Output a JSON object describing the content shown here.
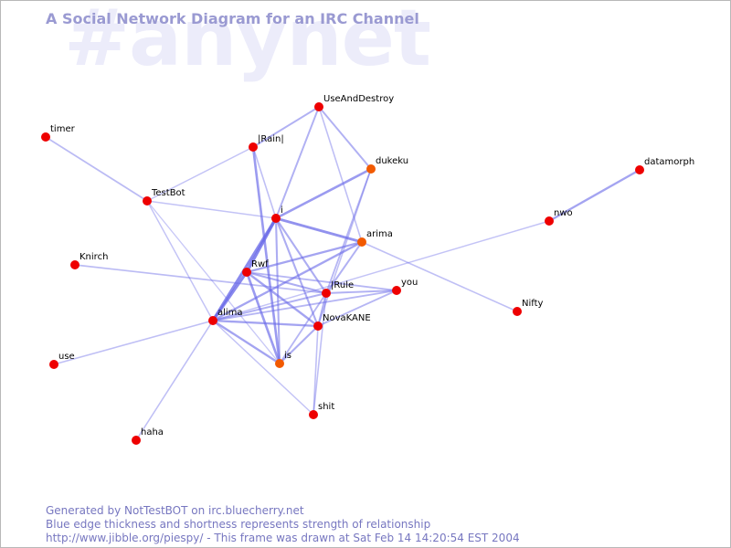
{
  "watermark": "#anynet",
  "title": "A Social Network Diagram for an IRC Channel",
  "footer": {
    "line1": "Generated by NotTestBOT on irc.bluecherry.net",
    "line2": "Blue edge thickness and shortness represents strength of relationship",
    "line3": "http://www.jibble.org/piespy/ - This frame was drawn at Sat Feb 14 14:20:54 EST 2004"
  },
  "colors": {
    "edge": "#6a6ae8",
    "node_red": "#ee0000",
    "node_orange": "#f25a00",
    "title": "#9a9ad2",
    "watermark": "#ececfa",
    "footer": "#7777c0"
  },
  "nodes": [
    {
      "id": "UseAndDestroy",
      "label": "UseAndDestroy",
      "color": "red"
    },
    {
      "id": "timer",
      "label": "timer",
      "color": "red"
    },
    {
      "id": "Rain",
      "label": "|Rain|",
      "color": "red"
    },
    {
      "id": "dukeku",
      "label": "dukeku",
      "color": "orange"
    },
    {
      "id": "datamorph",
      "label": "datamorph",
      "color": "red"
    },
    {
      "id": "TestBot",
      "label": "TestBot",
      "color": "red"
    },
    {
      "id": "i",
      "label": "i",
      "color": "red"
    },
    {
      "id": "nwo",
      "label": "nwo",
      "color": "red"
    },
    {
      "id": "arima",
      "label": "arima",
      "color": "orange"
    },
    {
      "id": "Knirch",
      "label": "Knirch",
      "color": "red"
    },
    {
      "id": "Rwf",
      "label": "Rwf",
      "color": "red"
    },
    {
      "id": "Rule",
      "label": "|Rule",
      "color": "red"
    },
    {
      "id": "you",
      "label": "you",
      "color": "red"
    },
    {
      "id": "Nifty",
      "label": "Nifty",
      "color": "red"
    },
    {
      "id": "alima",
      "label": "alima",
      "color": "red"
    },
    {
      "id": "NovaKANE",
      "label": "NovaKANE",
      "color": "red"
    },
    {
      "id": "use",
      "label": "use",
      "color": "red"
    },
    {
      "id": "is",
      "label": "is",
      "color": "orange"
    },
    {
      "id": "shit",
      "label": "shit",
      "color": "red"
    },
    {
      "id": "haha",
      "label": "haha",
      "color": "red"
    }
  ],
  "edges": [
    {
      "from": "timer",
      "to": "TestBot",
      "strength": 0.35
    },
    {
      "from": "TestBot",
      "to": "Rain",
      "strength": 0.25
    },
    {
      "from": "TestBot",
      "to": "i",
      "strength": 0.25
    },
    {
      "from": "TestBot",
      "to": "alima",
      "strength": 0.25
    },
    {
      "from": "TestBot",
      "to": "is",
      "strength": 0.2
    },
    {
      "from": "UseAndDestroy",
      "to": "Rain",
      "strength": 0.45
    },
    {
      "from": "UseAndDestroy",
      "to": "dukeku",
      "strength": 0.45
    },
    {
      "from": "UseAndDestroy",
      "to": "i",
      "strength": 0.45
    },
    {
      "from": "UseAndDestroy",
      "to": "arima",
      "strength": 0.3
    },
    {
      "from": "Rain",
      "to": "i",
      "strength": 0.3
    },
    {
      "from": "Rain",
      "to": "is",
      "strength": 0.7
    },
    {
      "from": "dukeku",
      "to": "i",
      "strength": 0.7
    },
    {
      "from": "dukeku",
      "to": "Rule",
      "strength": 0.4
    },
    {
      "from": "dukeku",
      "to": "NovaKANE",
      "strength": 0.3
    },
    {
      "from": "datamorph",
      "to": "nwo",
      "strength": 0.6
    },
    {
      "from": "nwo",
      "to": "alima",
      "strength": 0.25
    },
    {
      "from": "i",
      "to": "arima",
      "strength": 0.8
    },
    {
      "from": "i",
      "to": "Rwf",
      "strength": 0.95
    },
    {
      "from": "i",
      "to": "alima",
      "strength": 0.9
    },
    {
      "from": "i",
      "to": "Rule",
      "strength": 0.5
    },
    {
      "from": "i",
      "to": "NovaKANE",
      "strength": 0.5
    },
    {
      "from": "i",
      "to": "is",
      "strength": 0.5
    },
    {
      "from": "arima",
      "to": "Rwf",
      "strength": 0.6
    },
    {
      "from": "arima",
      "to": "alima",
      "strength": 0.6
    },
    {
      "from": "arima",
      "to": "Rule",
      "strength": 0.45
    },
    {
      "from": "arima",
      "to": "Nifty",
      "strength": 0.3
    },
    {
      "from": "Knirch",
      "to": "Rule",
      "strength": 0.35
    },
    {
      "from": "Rwf",
      "to": "alima",
      "strength": 0.9
    },
    {
      "from": "Rwf",
      "to": "Rule",
      "strength": 0.5
    },
    {
      "from": "Rwf",
      "to": "NovaKANE",
      "strength": 0.6
    },
    {
      "from": "Rwf",
      "to": "is",
      "strength": 0.7
    },
    {
      "from": "Rwf",
      "to": "you",
      "strength": 0.4
    },
    {
      "from": "Rule",
      "to": "you",
      "strength": 0.45
    },
    {
      "from": "Rule",
      "to": "alima",
      "strength": 0.45
    },
    {
      "from": "Rule",
      "to": "NovaKANE",
      "strength": 0.45
    },
    {
      "from": "Rule",
      "to": "is",
      "strength": 0.4
    },
    {
      "from": "Rule",
      "to": "shit",
      "strength": 0.3
    },
    {
      "from": "you",
      "to": "NovaKANE",
      "strength": 0.4
    },
    {
      "from": "you",
      "to": "alima",
      "strength": 0.4
    },
    {
      "from": "alima",
      "to": "NovaKANE",
      "strength": 0.6
    },
    {
      "from": "alima",
      "to": "is",
      "strength": 0.6
    },
    {
      "from": "alima",
      "to": "use",
      "strength": 0.3
    },
    {
      "from": "alima",
      "to": "haha",
      "strength": 0.3
    },
    {
      "from": "alima",
      "to": "shit",
      "strength": 0.25
    },
    {
      "from": "NovaKANE",
      "to": "is",
      "strength": 0.5
    },
    {
      "from": "NovaKANE",
      "to": "shit",
      "strength": 0.3
    }
  ]
}
